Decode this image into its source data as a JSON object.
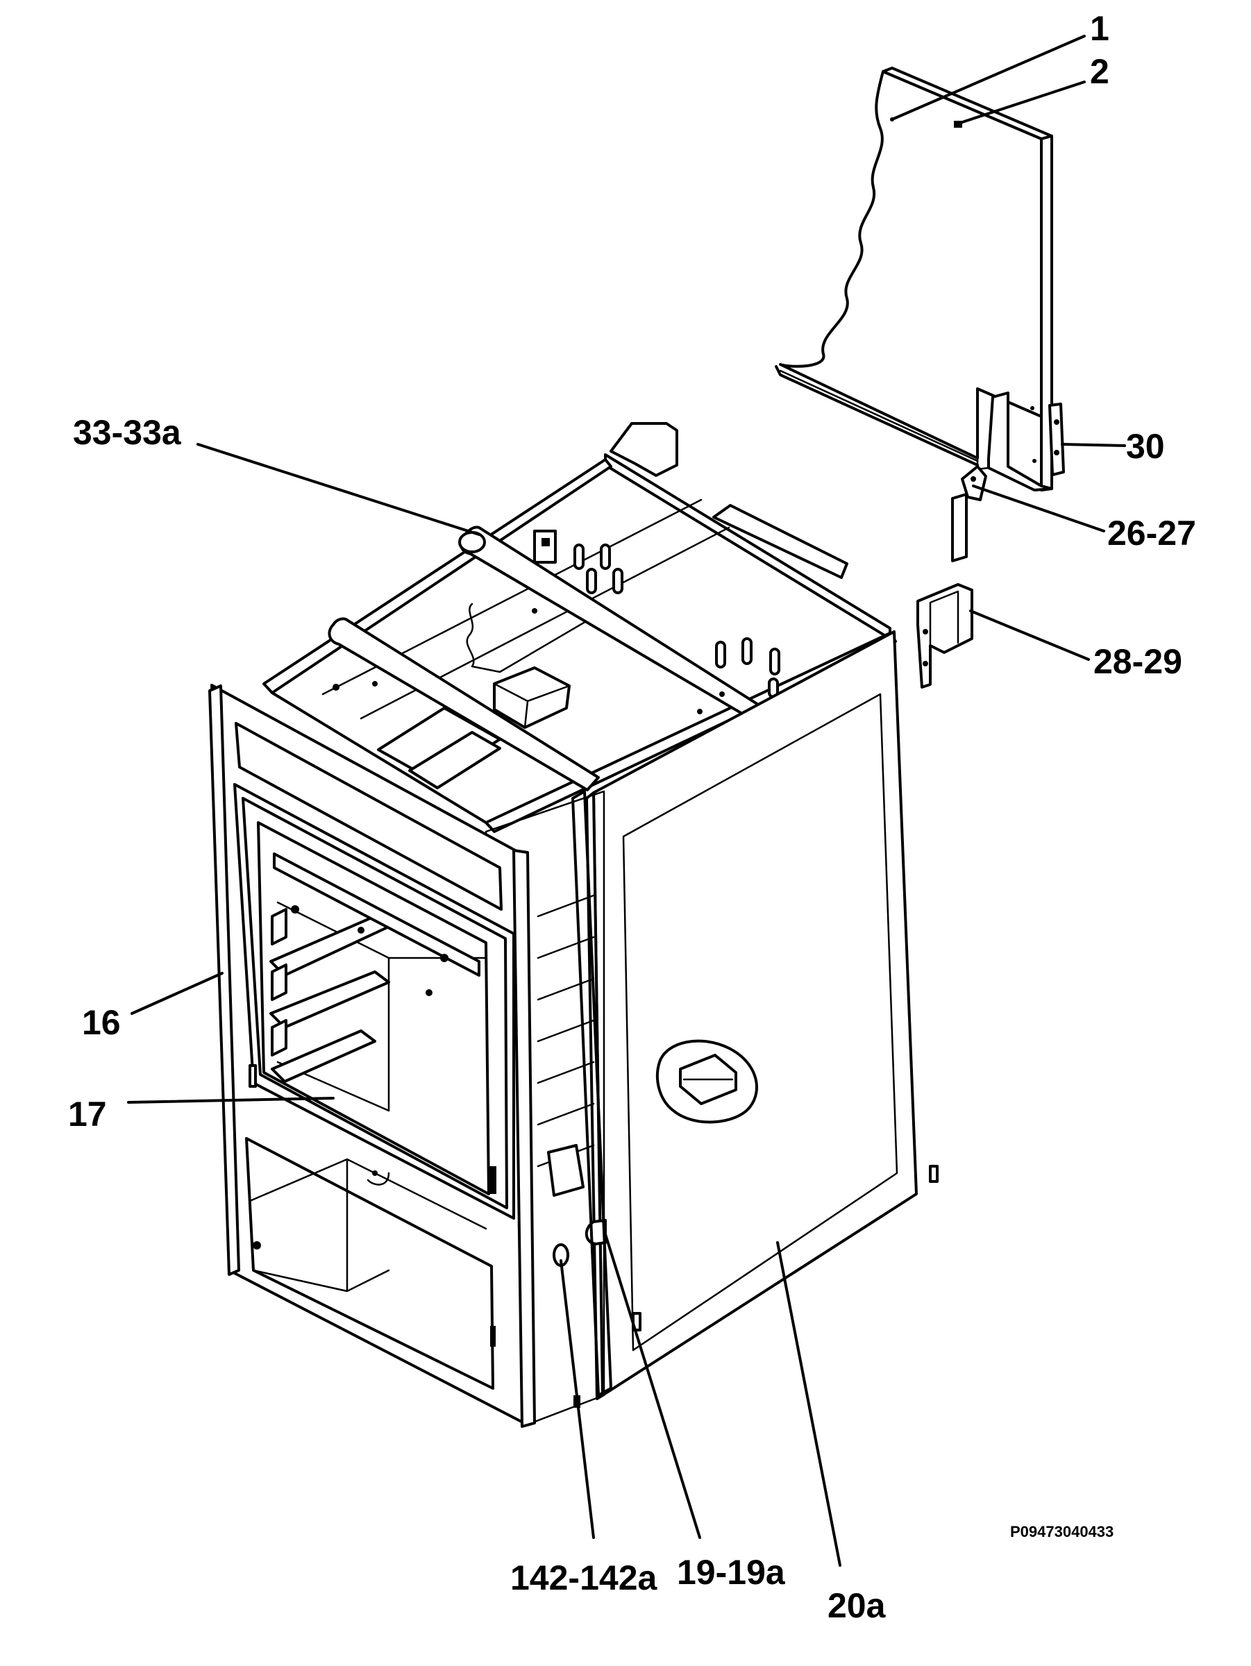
{
  "diagram": {
    "drawing_code": "P09473040433",
    "callouts": [
      {
        "id": "c1",
        "label": "1"
      },
      {
        "id": "c2",
        "label": "2"
      },
      {
        "id": "c30",
        "label": "30"
      },
      {
        "id": "c26",
        "label": "26-27"
      },
      {
        "id": "c28",
        "label": "28-29"
      },
      {
        "id": "c33",
        "label": "33-33a"
      },
      {
        "id": "c16",
        "label": "16"
      },
      {
        "id": "c17",
        "label": "17"
      },
      {
        "id": "c142",
        "label": "142-142a"
      },
      {
        "id": "c19",
        "label": "19-19a"
      },
      {
        "id": "c20",
        "label": "20a"
      }
    ]
  }
}
